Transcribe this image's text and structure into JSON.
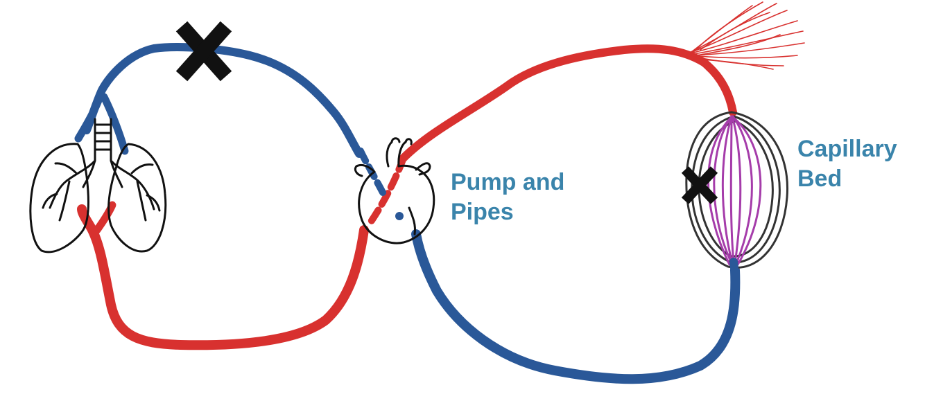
{
  "labels": {
    "pump_line1": "Pump and",
    "pump_line2": "Pipes",
    "capillary_line1": "Capillary",
    "capillary_line2": "Bed"
  },
  "colors": {
    "oxygenated": "#d8312f",
    "deoxygenated": "#2a5898",
    "capillary": "#a53caa",
    "outline": "#111111",
    "label": "#3a84ab"
  },
  "icons": [
    "lungs-icon",
    "heart-icon",
    "capillary-bed-icon",
    "blockage-x-icon",
    "arteriole-fan-icon"
  ]
}
